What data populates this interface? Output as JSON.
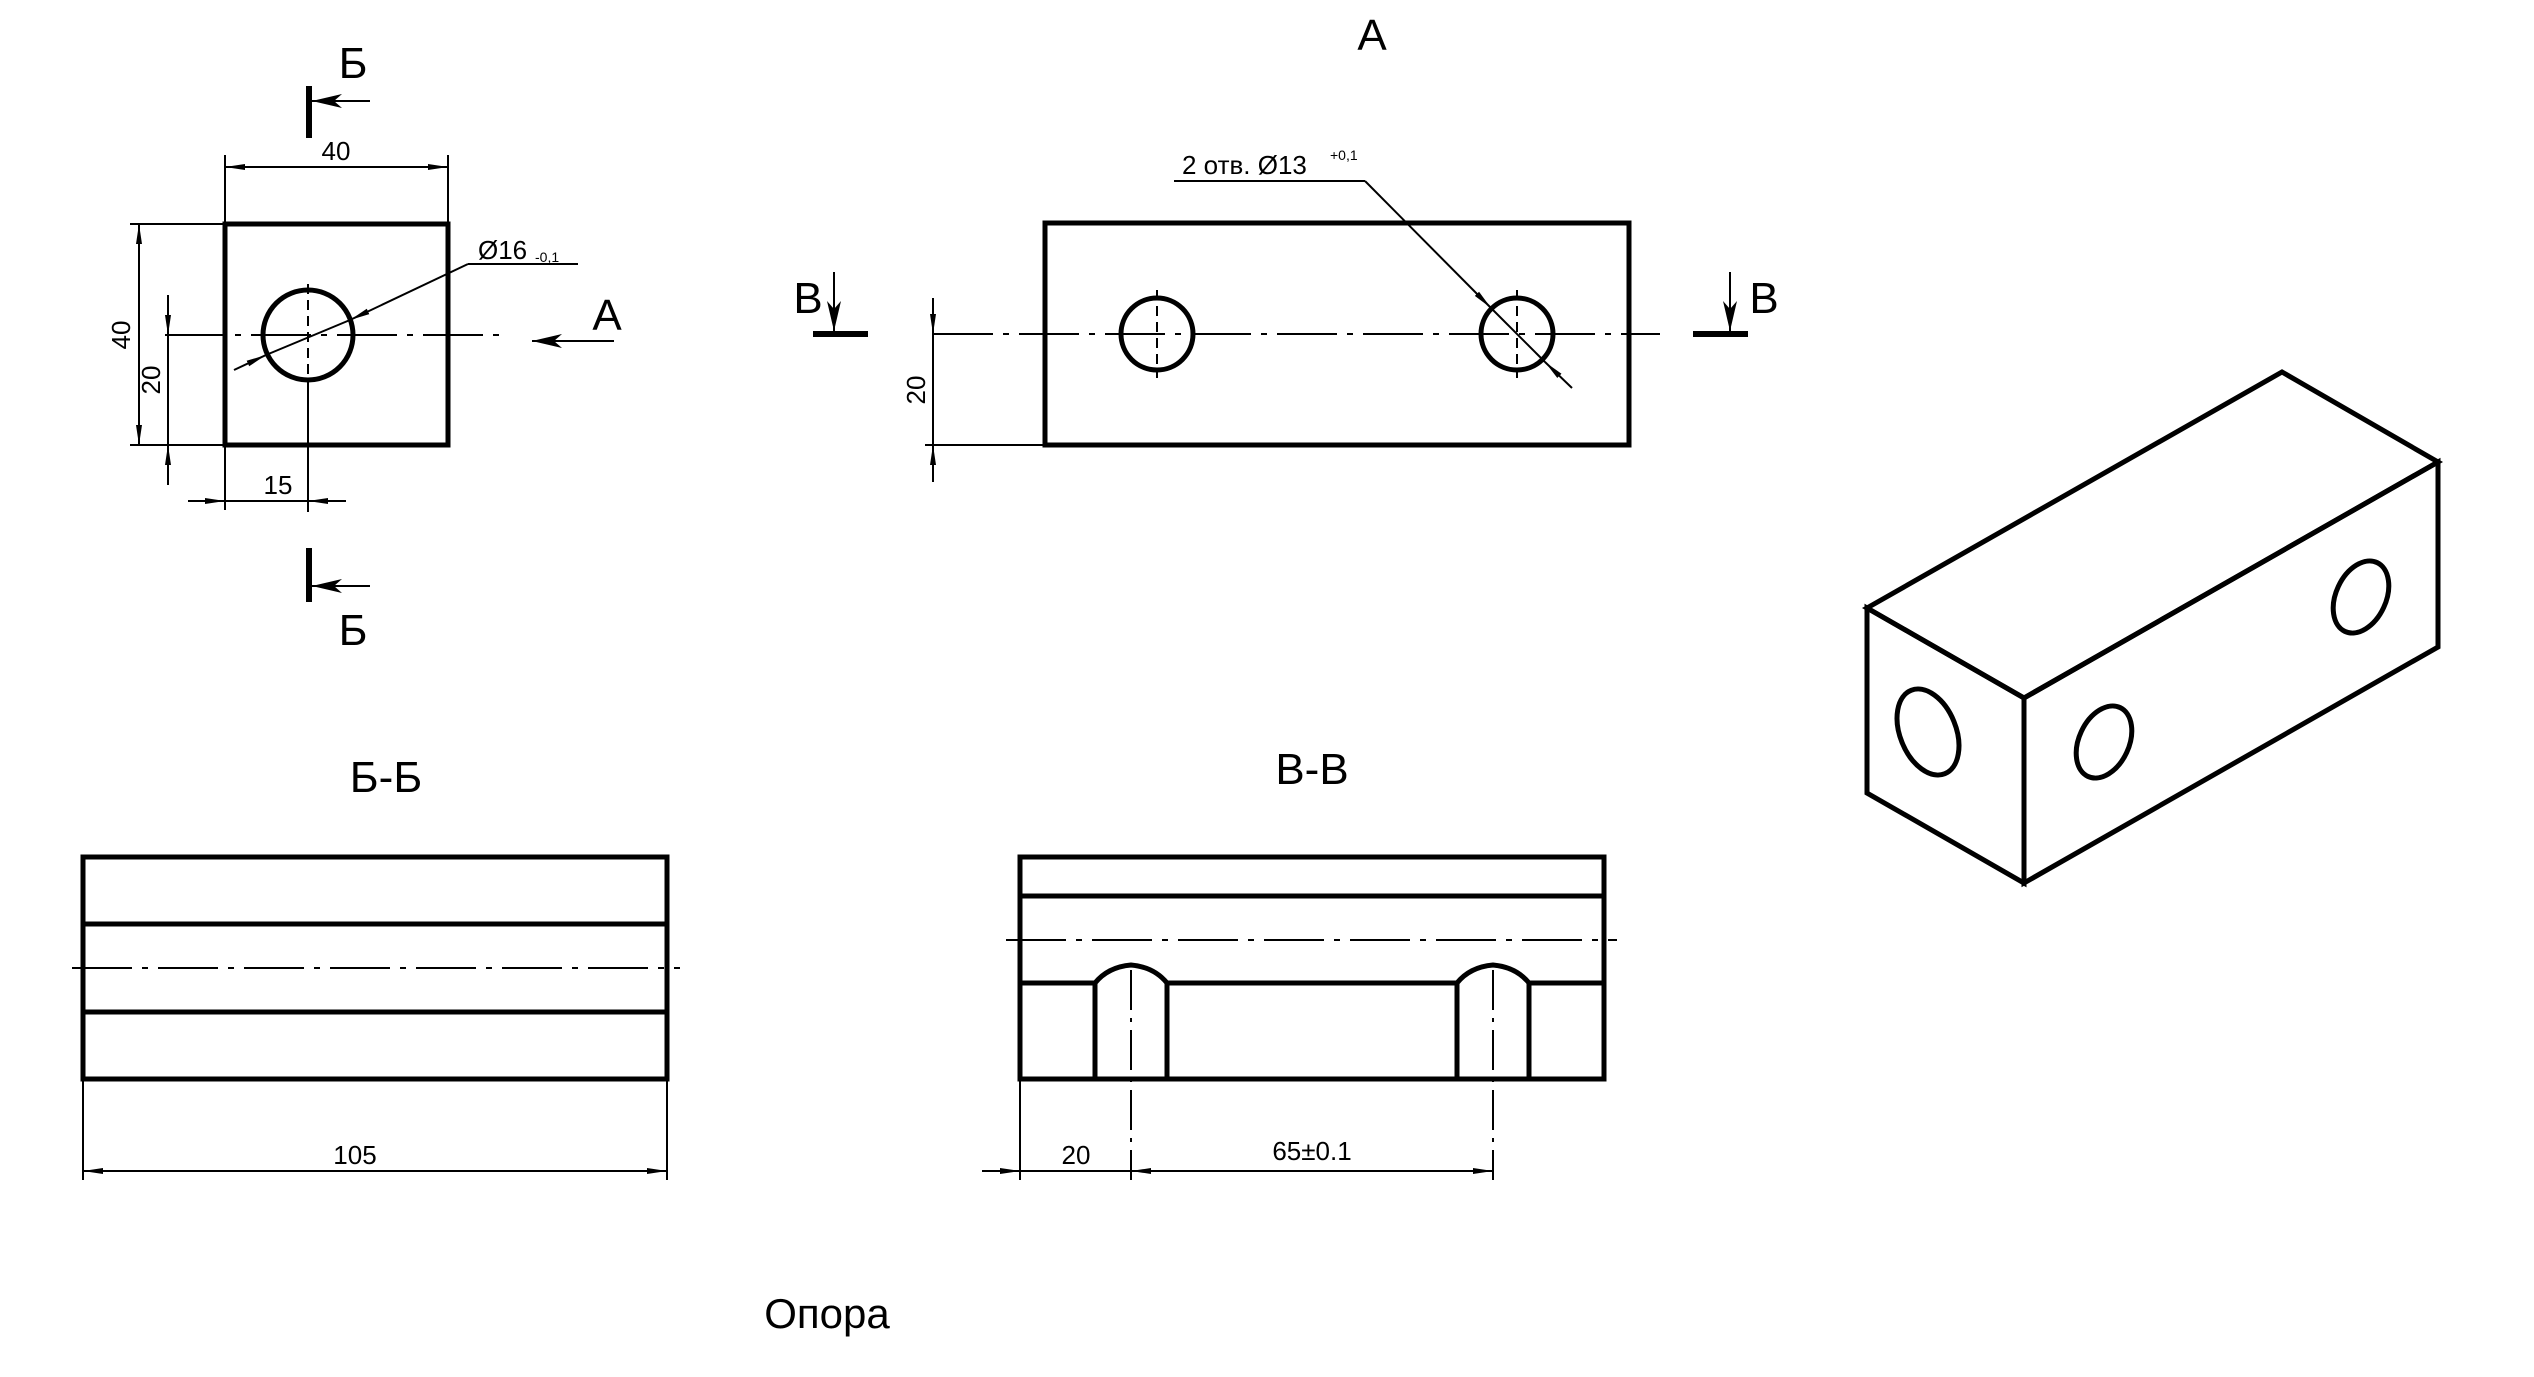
{
  "drawing": {
    "title": "Опора",
    "view_a_label": "А",
    "section_b_label": "Б-Б",
    "section_v_label": "В-В",
    "cut_b_letter": "Б",
    "cut_v_letter": "В",
    "view_arrow_letter": "А"
  },
  "front_view": {
    "dim_width": "40",
    "dim_height": "40",
    "dim_center_height": "20",
    "dim_center_offset": "15",
    "hole_diameter": "Ø16",
    "hole_tolerance": "-0,1"
  },
  "view_a": {
    "dim_center_height": "20",
    "hole_note": "2 отв.  Ø13",
    "hole_tolerance": "+0,1"
  },
  "section_b": {
    "dim_length": "105"
  },
  "section_v": {
    "dim_first_hole": "20",
    "dim_hole_spacing": "65±0.1"
  },
  "isometric": {
    "label": "isometric view of support block"
  }
}
